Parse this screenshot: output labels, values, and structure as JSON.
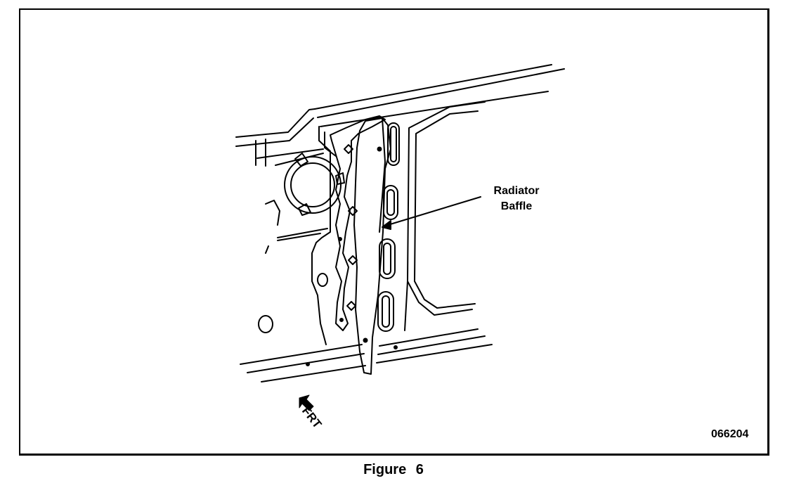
{
  "callout": {
    "line1": "Radiator",
    "line2": "Baffle"
  },
  "direction_label": "FRT",
  "figure_id": "066204",
  "caption": "Figure 6"
}
